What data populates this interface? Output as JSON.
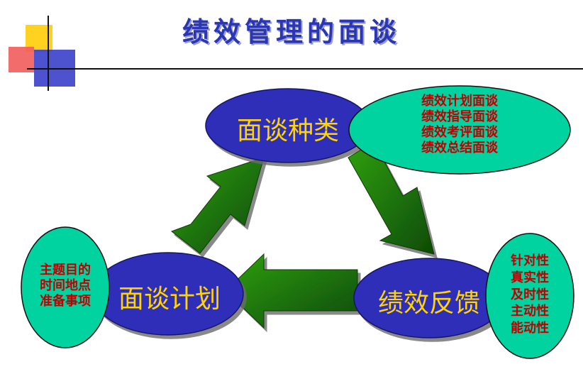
{
  "title": "绩效管理的面谈",
  "colors": {
    "title": "#2B36B5",
    "ellipse_fill": "#2E2EB8",
    "ellipse_text": "#FFD400",
    "info_fill": "#00D2A0",
    "info_text": "#C00000",
    "arrow": "#1F7A0B",
    "deco_yellow": "#FFD21F",
    "deco_red": "#F25C5C",
    "deco_blue": "#3A3FC9"
  },
  "nodes": {
    "types": {
      "label": "面谈种类"
    },
    "feedback": {
      "label": "绩效反馈"
    },
    "plan": {
      "label": "面谈计划"
    }
  },
  "info": {
    "types": {
      "lines": [
        "绩效计划面谈",
        "绩效指导面谈",
        "绩效考评面谈",
        "绩效总结面谈"
      ]
    },
    "feedback": {
      "lines": [
        "针对性",
        "真实性",
        "及时性",
        "主动性",
        "能动性"
      ]
    },
    "plan": {
      "lines": [
        "主题目的",
        "时间地点",
        "准备事项"
      ]
    }
  }
}
